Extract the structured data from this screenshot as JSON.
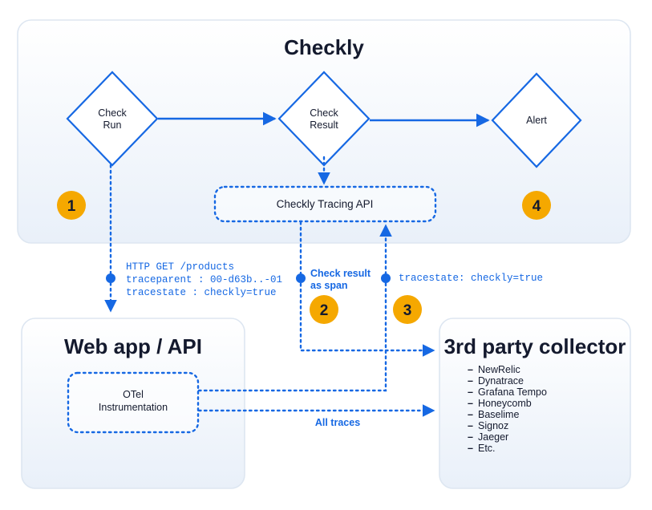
{
  "diagram": {
    "colors": {
      "accent_blue": "#1668e3",
      "badge_amber": "#f5a800",
      "panel_border": "#dce5f0",
      "text_dark": "#141a2e",
      "panel_fill_top": "#ffffff",
      "panel_fill_bottom": "#eaf1f9"
    }
  },
  "checkly_panel": {
    "title": "Checkly",
    "nodes": [
      {
        "id": "check-run",
        "label_line1": "Check",
        "label_line2": "Run"
      },
      {
        "id": "check-result",
        "label_line1": "Check",
        "label_line2": "Result"
      },
      {
        "id": "alert",
        "label_line1": "Alert",
        "label_line2": ""
      }
    ],
    "tracing_api": {
      "label": "Checkly Tracing API"
    },
    "badges": [
      {
        "number": "1"
      },
      {
        "number": "4"
      }
    ]
  },
  "middle_notes": {
    "step1": {
      "line1": "HTTP GET /products",
      "line2": "traceparent : 00-d63b..-01",
      "line3": "tracestate  : checkly=true"
    },
    "step2": {
      "line1": "Check result",
      "line2": "as span",
      "badge": "2"
    },
    "step3": {
      "line1": "tracestate: checkly=true",
      "badge": "3"
    },
    "all_traces_label": "All traces"
  },
  "webapp_panel": {
    "title": "Web app / API",
    "instrumentation": {
      "label_line1": "OTel",
      "label_line2": "Instrumentation"
    }
  },
  "collector_panel": {
    "title": "3rd party collector",
    "bullet": "–",
    "items": [
      "NewRelic",
      "Dynatrace",
      "Grafana Tempo",
      "Honeycomb",
      "Baselime",
      "Signoz",
      "Jaeger",
      "Etc."
    ]
  }
}
